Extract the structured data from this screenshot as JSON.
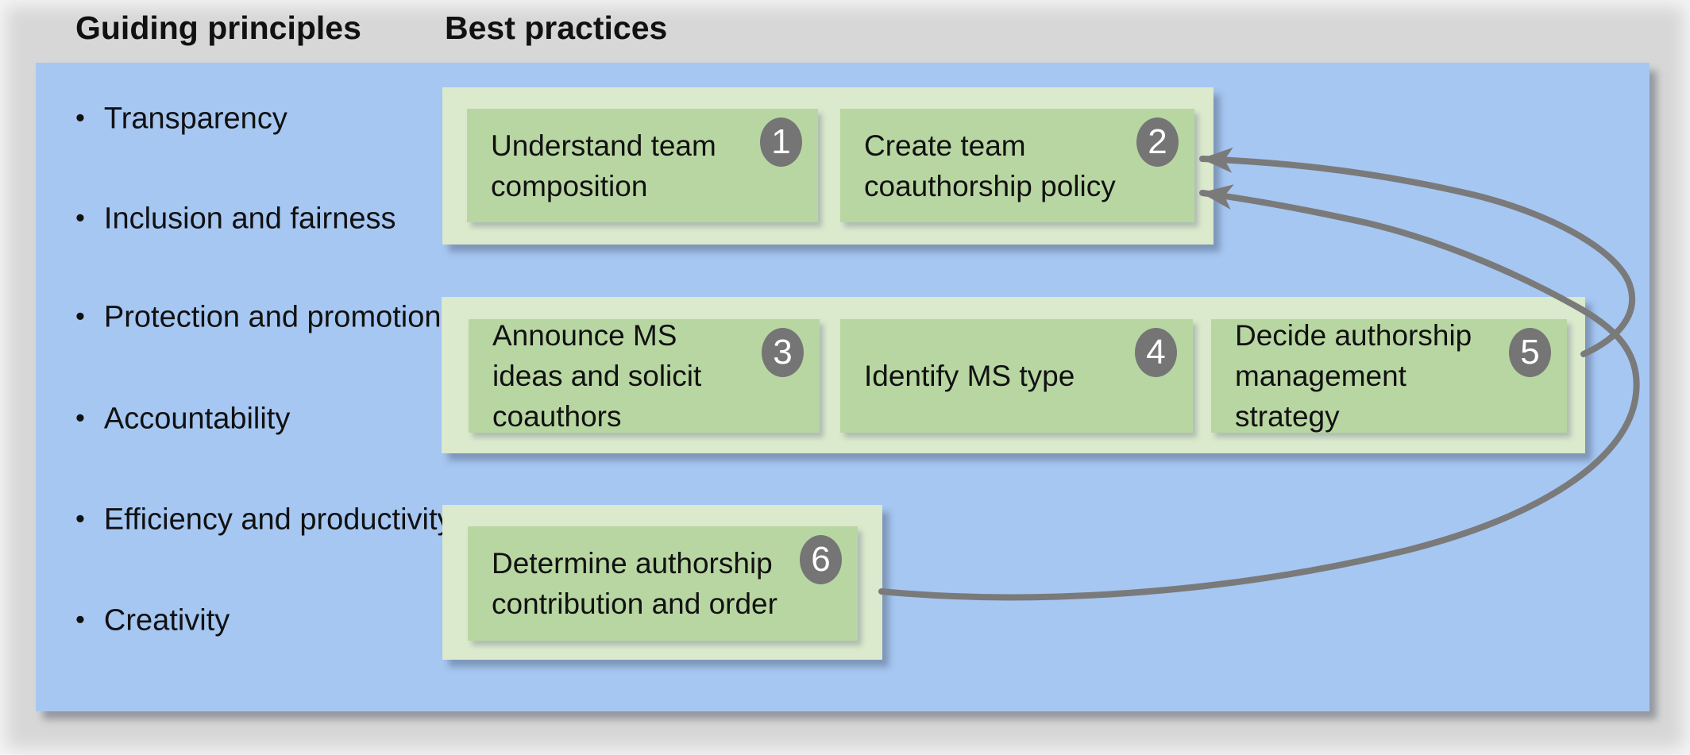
{
  "header": {
    "guiding_principles": "Guiding principles",
    "best_practices": "Best practices"
  },
  "principles": [
    "Transparency",
    "Inclusion and fairness",
    "Protection and promotion",
    "Accountability",
    "Efficiency and productivity",
    "Creativity"
  ],
  "practices": [
    {
      "number": "1",
      "label": "Understand team composition"
    },
    {
      "number": "2",
      "label": "Create team coauthorship policy"
    },
    {
      "number": "3",
      "label": "Announce MS ideas and solicit coauthors"
    },
    {
      "number": "4",
      "label": "Identify MS type"
    },
    {
      "number": "5",
      "label": "Decide authorship management strategy"
    },
    {
      "number": "6",
      "label": "Determine authorship contribution and order"
    }
  ],
  "arrows": [
    {
      "from_step": "5",
      "to_step": "2"
    },
    {
      "from_step": "6",
      "to_step": "2"
    }
  ],
  "colors": {
    "background": "#d7d7d7",
    "panel_blue": "#a6c7f2",
    "group_green": "#dbe9cc",
    "box_green": "#b8d6a2",
    "badge_gray": "#757575",
    "arrow_gray": "#7a7a7a",
    "text_black": "#111111"
  }
}
